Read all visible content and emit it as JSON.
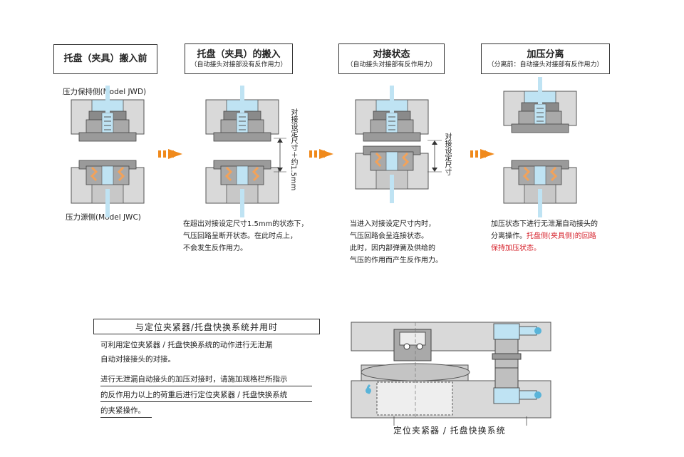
{
  "stages": [
    {
      "title": "托盘（夹具）搬入前",
      "subtitle": ""
    },
    {
      "title": "托盘（夹具）的搬入",
      "subtitle": "（自动接头对接部没有反作用力）"
    },
    {
      "title": "对接状态",
      "subtitle": "（自动接头对接部有反作用力）"
    },
    {
      "title": "加压分离",
      "subtitle": "（分离前：自动接头对接部有反作用力）"
    }
  ],
  "labels": {
    "top_side": "压力保持侧(Model JWD)",
    "bottom_side": "压力源侧(Model JWC)",
    "dim_stage2": "对接设定尺寸＋约1.5mm",
    "dim_stage3": "对接设定尺寸"
  },
  "descriptions": {
    "stage2": [
      "在超出对接设定尺寸1.5mm的状态下，",
      "气压回路呈断开状态。在此时点上，",
      "不会发生反作用力。"
    ],
    "stage3": [
      "当进入对接设定尺寸内时，",
      "气压回路会呈连接状态。",
      "此时，因内部弹簧及供给的",
      "气压的作用而产生反作用力。"
    ],
    "stage4_line1": "加压状态下进行无泄漏自动接头的",
    "stage4_line2_normal": "分离操作。",
    "stage4_line2_highlight": "托盘侧(夹具侧)的回路",
    "stage4_line3_highlight": "保持加压状态。"
  },
  "combined": {
    "title": "与定位夹紧器/托盘快换系统并用时",
    "p1": [
      "可利用定位夹紧器 / 托盘快换系统的动作进行无泄漏",
      "自动对接接头的对接。"
    ],
    "p2": [
      "进行无泄漏自动接头的加压对接时，请施加规格栏所指示",
      "的反作用力以上的荷重后进行定位夹紧器 / 托盘快换系统",
      "的夹紧操作。"
    ],
    "figure_caption": "定位夹紧器 / 托盘快换系统"
  },
  "colors": {
    "arrow": "#f08a1c",
    "body_gray": "#cfcfcf",
    "dark_gray": "#8a8a8a",
    "air_blue": "#bfe3f3",
    "spring_orange": "#f2a25a",
    "highlight_red": "#d6202a"
  }
}
